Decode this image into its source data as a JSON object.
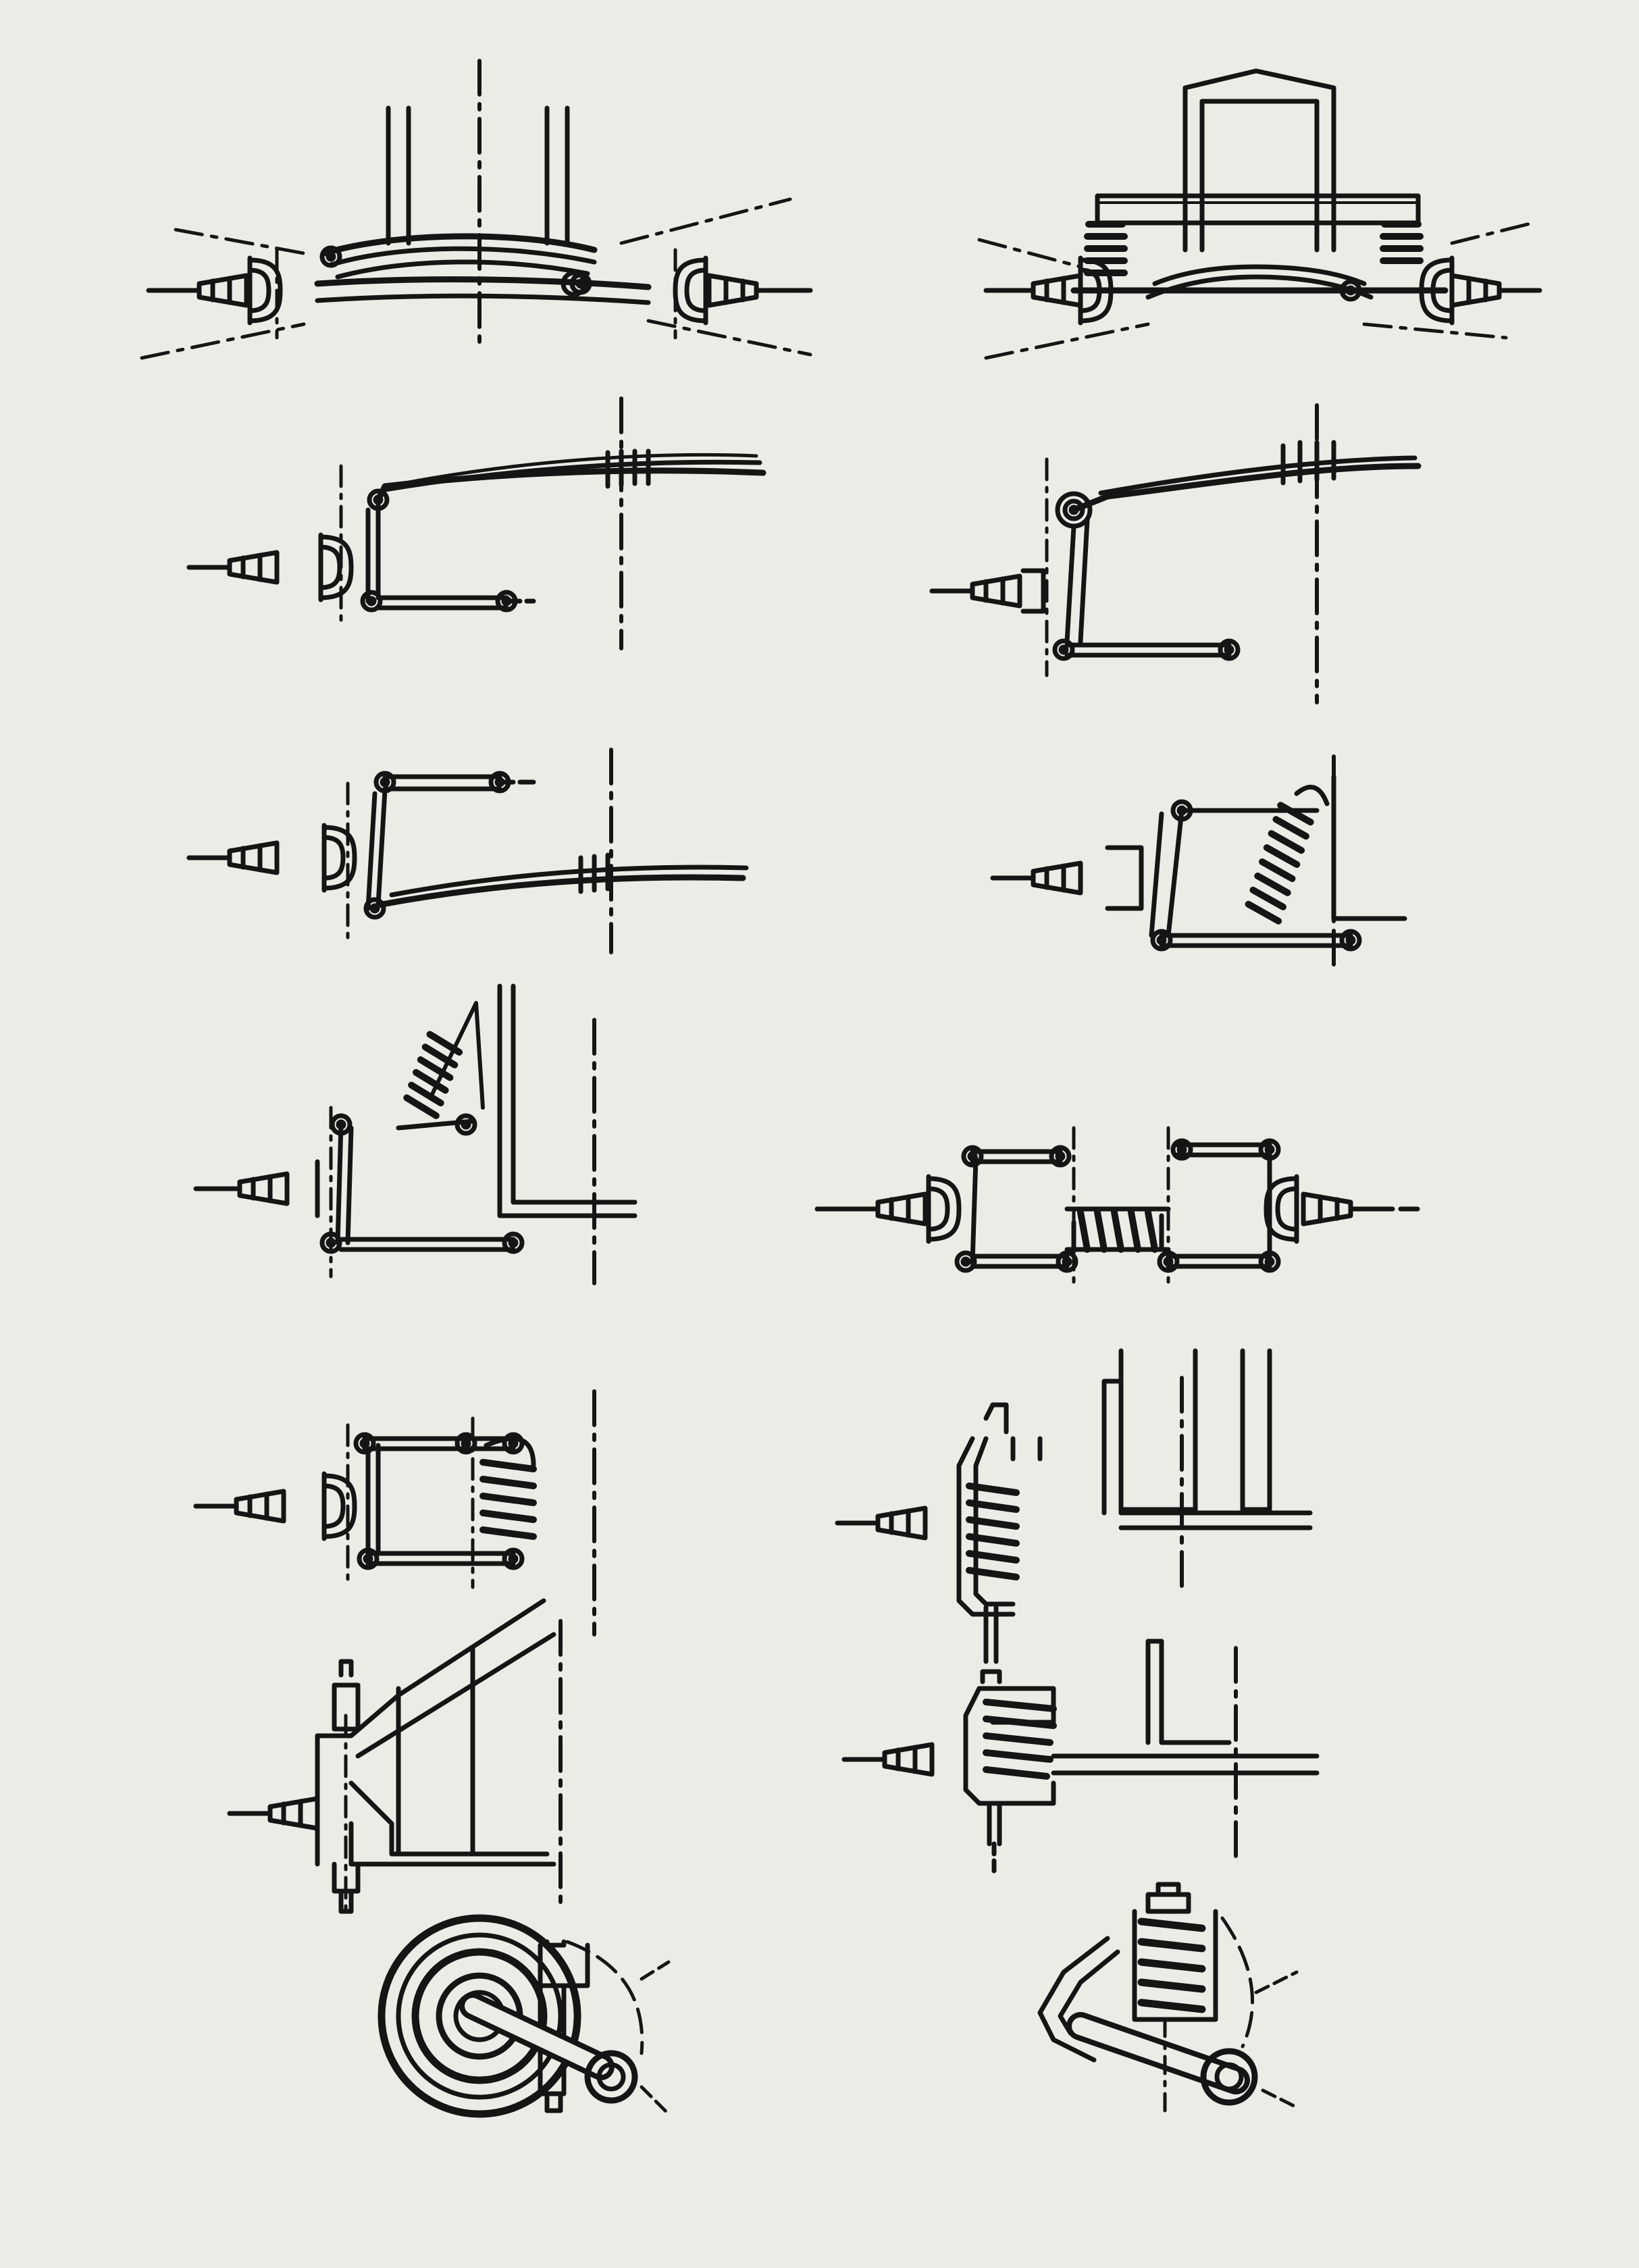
{
  "figure": {
    "ink_color": "#151515",
    "paper_color": "#ecece7",
    "layout": "two-column",
    "panels": [
      {
        "id": "rigid-axle-leaf-spring",
        "column": "left",
        "row": 1
      },
      {
        "id": "rigid-axle-coil-springs",
        "column": "right",
        "row": 1
      },
      {
        "id": "unequal-arms-leaf-spring-upper-a",
        "column": "left",
        "row": 2
      },
      {
        "id": "unequal-arms-leaf-spring-upper-b",
        "column": "right",
        "row": 2
      },
      {
        "id": "leaf-spring-lower-arm",
        "column": "left",
        "row": 3
      },
      {
        "id": "double-wishbone-inclined-coil-lower",
        "column": "right",
        "row": 3
      },
      {
        "id": "double-wishbone-inclined-coil-upper",
        "column": "left",
        "row": 4
      },
      {
        "id": "double-wishbone-transverse-coil",
        "column": "right",
        "row": 4
      },
      {
        "id": "double-wishbone-outboard-coil",
        "column": "left",
        "row": 5
      },
      {
        "id": "sliding-pillar-coil-upper",
        "column": "right",
        "row": 5
      },
      {
        "id": "sliding-pillar-frame",
        "column": "left",
        "row": 6
      },
      {
        "id": "sliding-pillar-coil-lower",
        "column": "right",
        "row": 6
      },
      {
        "id": "trailing-arm-wheel",
        "column": "left",
        "row": 7
      },
      {
        "id": "trailing-arm-coil",
        "column": "right",
        "row": 7
      }
    ]
  }
}
